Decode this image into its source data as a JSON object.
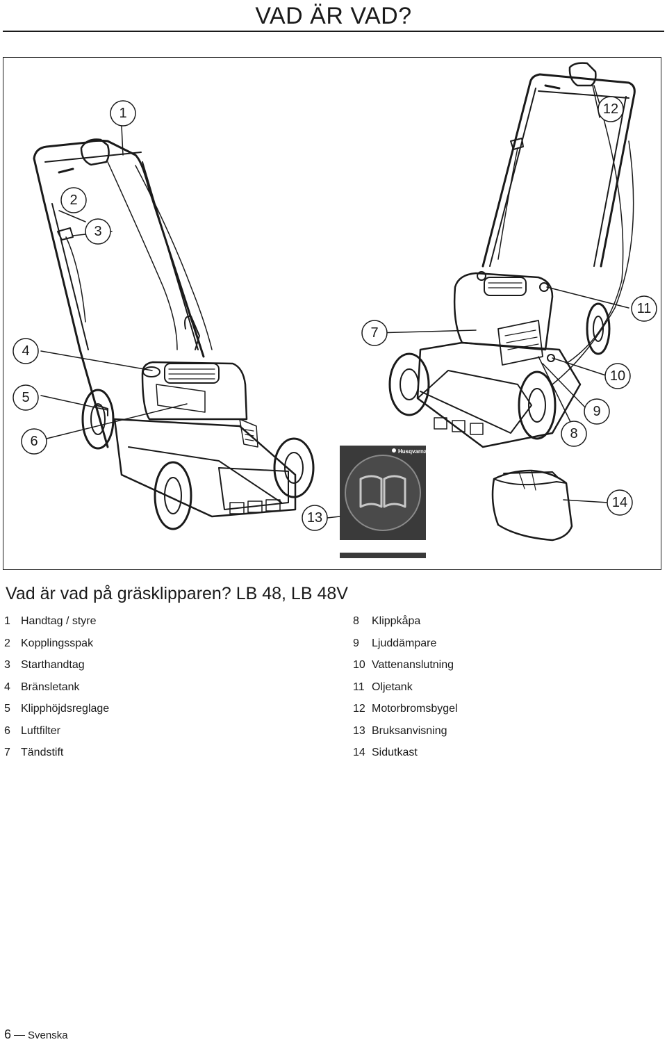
{
  "page": {
    "title": "VAD ÄR VAD?",
    "section_heading": "Vad är vad på gräsklipparen? LB 48, LB 48V",
    "footer": {
      "page_number": "6",
      "language": "Svenska"
    }
  },
  "figure": {
    "callouts": [
      "1",
      "2",
      "3",
      "4",
      "5",
      "6",
      "7",
      "8",
      "9",
      "10",
      "11",
      "12",
      "13",
      "14"
    ],
    "manual_brand": "Husqvarna",
    "stroke_color": "#1a1a1a",
    "manual_cover_color": "#3a3a3a"
  },
  "parts_left": [
    {
      "num": "1",
      "label": "Handtag / styre"
    },
    {
      "num": "2",
      "label": "Kopplingsspak"
    },
    {
      "num": "3",
      "label": "Starthandtag"
    },
    {
      "num": "4",
      "label": "Bränsletank"
    },
    {
      "num": "5",
      "label": "Klipphöjdsreglage"
    },
    {
      "num": "6",
      "label": "Luftfilter"
    },
    {
      "num": "7",
      "label": "Tändstift"
    }
  ],
  "parts_right": [
    {
      "num": "8",
      "label": "Klippkåpa"
    },
    {
      "num": "9",
      "label": "Ljuddämpare"
    },
    {
      "num": "10",
      "label": "Vattenanslutning"
    },
    {
      "num": "11",
      "label": "Oljetank"
    },
    {
      "num": "12",
      "label": "Motorbromsbygel"
    },
    {
      "num": "13",
      "label": "Bruksanvisning"
    },
    {
      "num": "14",
      "label": "Sidutkast"
    }
  ]
}
